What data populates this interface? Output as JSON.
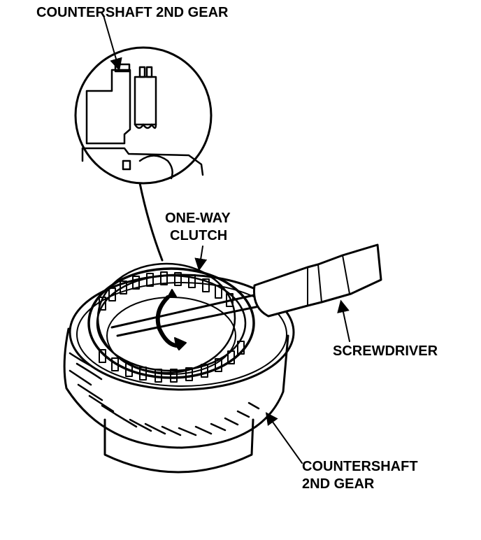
{
  "labels": {
    "top_callout": "COUNTERSHAFT 2ND GEAR",
    "one_way_clutch_line1": "ONE-WAY",
    "one_way_clutch_line2": "CLUTCH",
    "screwdriver": "SCREWDRIVER",
    "gear_line1": "COUNTERSHAFT",
    "gear_line2": "2ND GEAR"
  },
  "colors": {
    "ink": "#000000",
    "paper": "#ffffff"
  }
}
